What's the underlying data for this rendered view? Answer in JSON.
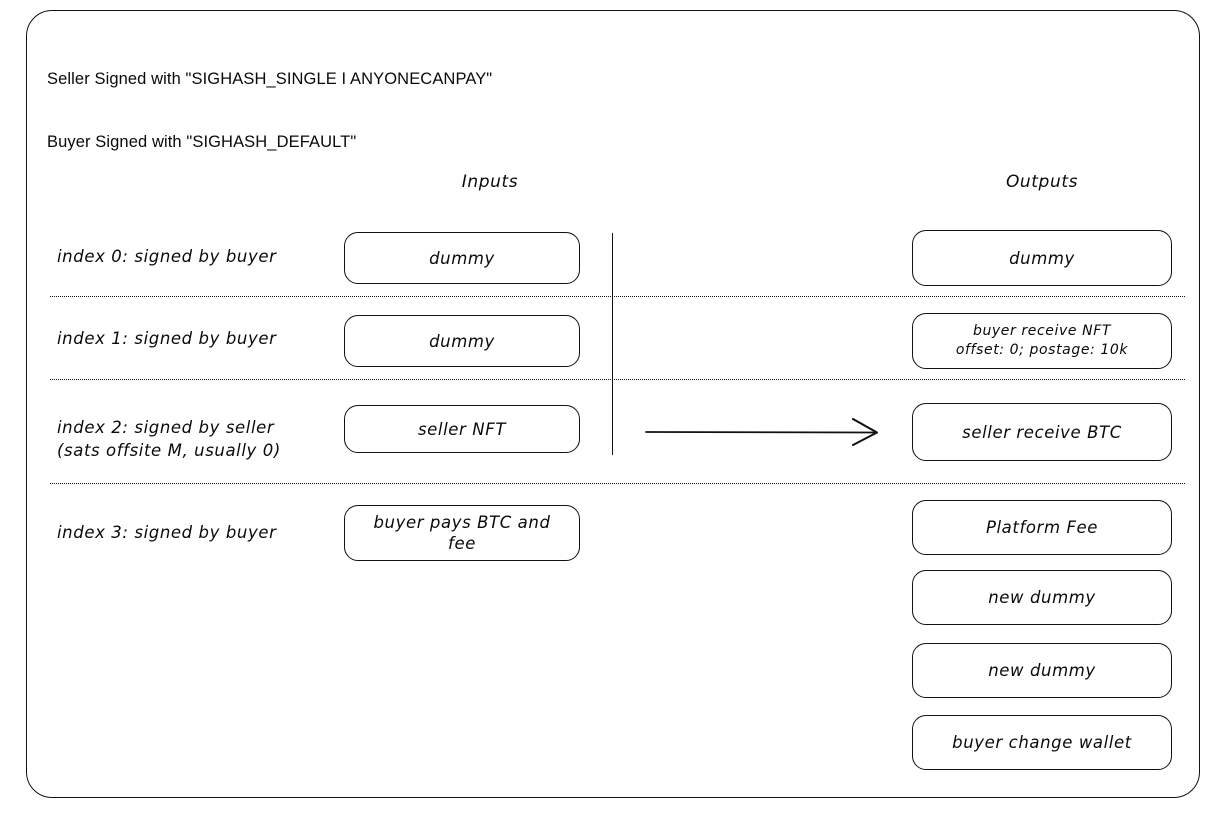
{
  "header": {
    "line1": "Seller Signed with \"SIGHASH_SINGLE I ANYONECANPAY\"",
    "line2": "Buyer Signed with \"SIGHASH_DEFAULT\""
  },
  "columns": {
    "inputs_label": "Inputs",
    "outputs_label": "Outputs"
  },
  "row_labels": [
    {
      "text": "index 0: signed by buyer"
    },
    {
      "text": "index 1: signed by buyer"
    },
    {
      "text": "index 2: signed by seller\n(sats offsite M, usually 0)"
    },
    {
      "text": "index 3: signed by buyer"
    }
  ],
  "inputs": [
    {
      "label": "dummy"
    },
    {
      "label": "dummy"
    },
    {
      "label": "seller NFT"
    },
    {
      "label": "buyer pays BTC and\nfee"
    }
  ],
  "outputs": [
    {
      "label": "dummy"
    },
    {
      "label": "buyer receive NFT\noffset: 0; postage: 10k"
    },
    {
      "label": "seller receive BTC"
    },
    {
      "label": "Platform Fee"
    },
    {
      "label": "new dummy"
    },
    {
      "label": "new dummy"
    },
    {
      "label": "buyer change wallet"
    }
  ],
  "colors": {
    "stroke": "#111111",
    "text": "#0a0a0a",
    "background": "#ffffff"
  }
}
